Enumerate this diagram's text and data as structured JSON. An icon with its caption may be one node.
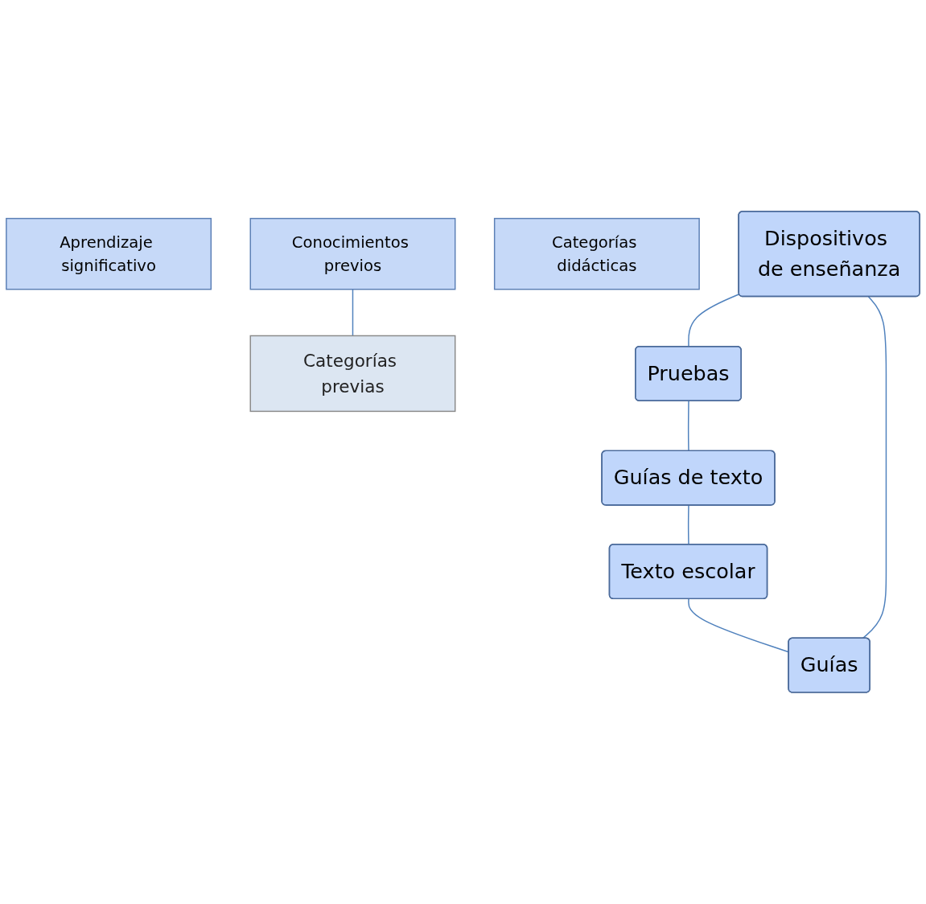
{
  "diagram": {
    "nodes": [
      {
        "text": [
          "Aprendizaje significativo"
        ]
      },
      {
        "text": [
          "Conocimientos previos"
        ]
      },
      {
        "text": [
          "Categorías didácticas"
        ]
      },
      {
        "text": [
          "Categorías previas"
        ]
      },
      {
        "text": [
          "Dispositivos de enseñanza"
        ]
      },
      {
        "text": [
          "Pruebas"
        ]
      },
      {
        "text": [
          "Guías de texto"
        ]
      },
      {
        "text": [
          "Texto escolar"
        ]
      },
      {
        "text": [
          "Guías"
        ]
      }
    ],
    "edges": [
      {
        "from": 1,
        "to": 3,
        "arrow": "none"
      },
      {
        "from": 4,
        "to": 5,
        "arrow": "none"
      },
      {
        "from": 5,
        "to": 6,
        "arrow": "none"
      },
      {
        "from": 6,
        "to": 7,
        "arrow": "none"
      },
      {
        "from": 7,
        "to": 8,
        "arrow": "none"
      },
      {
        "from": 8,
        "to": 4,
        "arrow": "none"
      }
    ]
  }
}
